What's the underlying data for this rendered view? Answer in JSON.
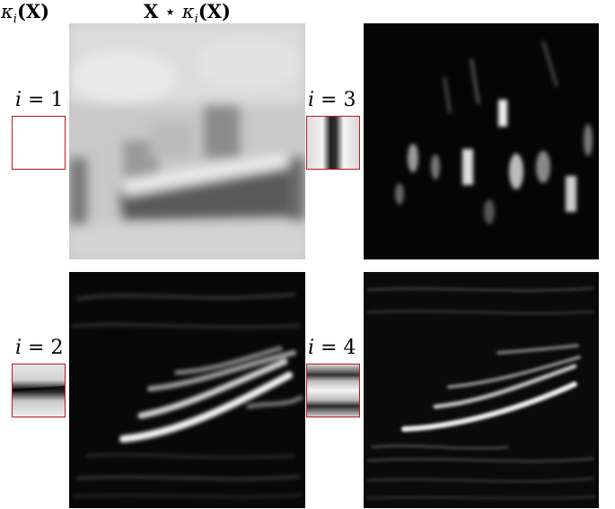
{
  "header": {
    "kernel_col_sym": "κ",
    "kernel_col_sub": "i",
    "kernel_col_arg": "(X)",
    "conv_col_x": "X",
    "conv_col_op": " ⋆ ",
    "conv_col_kappa": "κ",
    "conv_col_sub": "i",
    "conv_col_arg": "(X)"
  },
  "panels": [
    {
      "var": "i",
      "eq": " = ",
      "index": "1",
      "kernel": "blank",
      "response": "blurred-boat-grayscale"
    },
    {
      "var": "i",
      "eq": " = ",
      "index": "3",
      "kernel": "vertical-dark-stripe",
      "response": "vertical-edge-response"
    },
    {
      "var": "i",
      "eq": " = ",
      "index": "2",
      "kernel": "horizontal-dark-stripe",
      "response": "horizontal-edge-response"
    },
    {
      "var": "i",
      "eq": " = ",
      "index": "4",
      "kernel": "horizontal-double-stripe",
      "response": "horizontal-fine-edge-response"
    }
  ],
  "colors": {
    "kernel_border": "#c4141c",
    "background": "#ffffff"
  }
}
